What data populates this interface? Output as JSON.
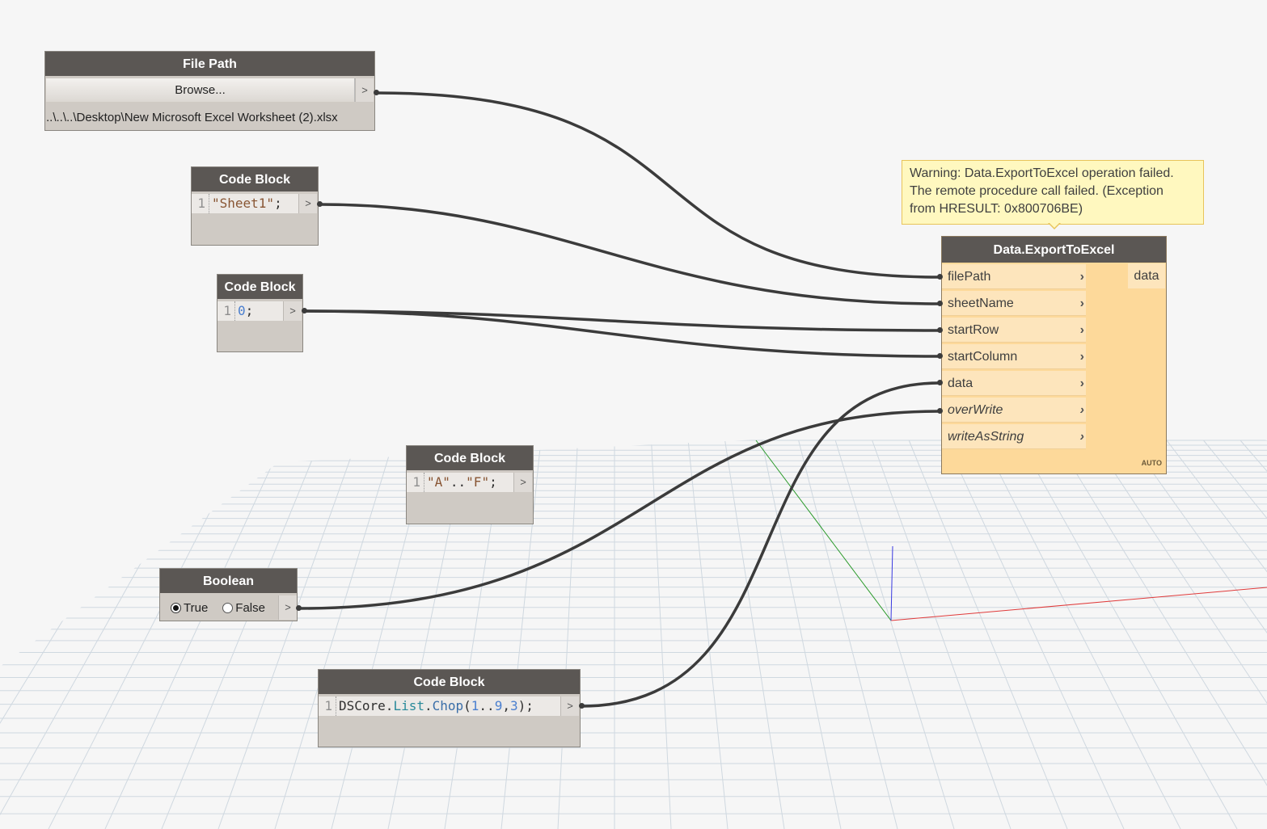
{
  "file_path_node": {
    "title": "File Path",
    "browse_label": "Browse...",
    "output_port": ">",
    "path": "..\\..\\..\\Desktop\\New Microsoft Excel Worksheet (2).xlsx"
  },
  "code_block_sheet": {
    "title": "Code Block",
    "line": "1",
    "code_str": "\"Sheet1\"",
    "code_end": ";",
    "output_port": ">"
  },
  "code_block_zero": {
    "title": "Code Block",
    "line": "1",
    "code_num": "0",
    "code_end": ";",
    "output_port": ">"
  },
  "code_block_range": {
    "title": "Code Block",
    "line": "1",
    "code_a": "\"A\"",
    "code_dots": "..",
    "code_f": "\"F\"",
    "code_end": ";",
    "output_port": ">"
  },
  "boolean_node": {
    "title": "Boolean",
    "true_label": "True",
    "false_label": "False",
    "selected": "True",
    "output_port": ">"
  },
  "code_block_chop": {
    "title": "Code Block",
    "line": "1",
    "t_ns": "DSCore",
    "t_dot1": ".",
    "t_list": "List",
    "t_dot2": ".",
    "t_chop": "Chop",
    "t_open": "(",
    "t_1": "1",
    "t_dots": "..",
    "t_9": "9",
    "t_comma": ",",
    "t_3": "3",
    "t_close": ");",
    "output_port": ">"
  },
  "warning": {
    "line1": "Warning: Data.ExportToExcel operation failed.",
    "line2": "The remote procedure call failed. (Exception",
    "line3": "from HRESULT: 0x800706BE)"
  },
  "export_node": {
    "title": "Data.ExportToExcel",
    "inputs": [
      "filePath",
      "sheetName",
      "startRow",
      "startColumn",
      "data",
      "overWrite",
      "writeAsString"
    ],
    "chevron": "›",
    "output": "data",
    "lacing": "AUTO"
  },
  "colors": {
    "node_header": "#5b5754",
    "node_body": "#cfcac4",
    "export_body": "#fdd99a",
    "warning_bg": "#fff8bf",
    "wire": "#3b3b3b",
    "axis_x": "#e03a3a",
    "axis_y": "#2a9a2a",
    "axis_z": "#3a3ae0"
  }
}
